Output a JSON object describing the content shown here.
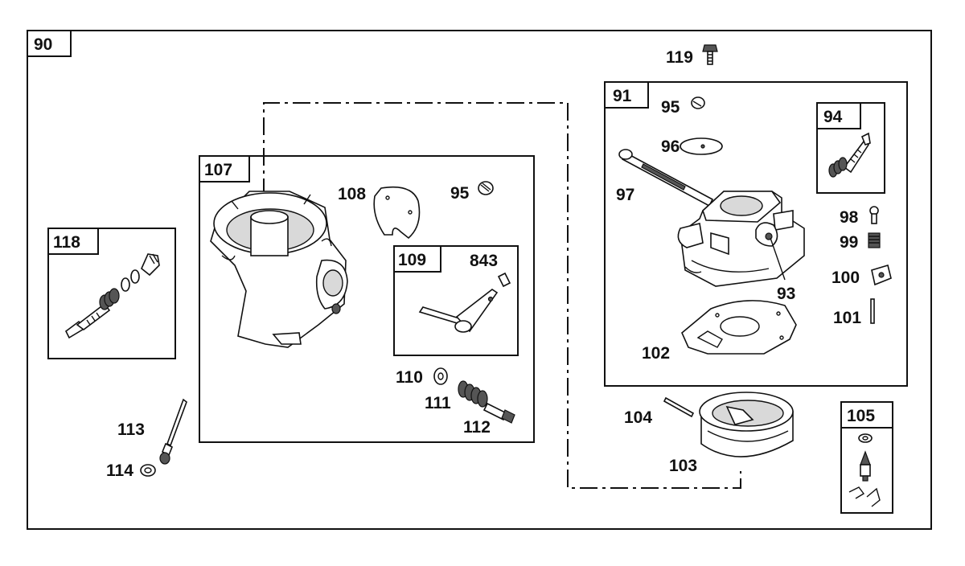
{
  "diagram": {
    "frames": {
      "f90": "90",
      "f91": "91",
      "f94": "94",
      "f105": "105",
      "f107": "107",
      "f109": "109",
      "f118": "118"
    },
    "callouts": {
      "c93": "93",
      "c95a": "95",
      "c95b": "95",
      "c96": "96",
      "c97": "97",
      "c98": "98",
      "c99": "99",
      "c100": "100",
      "c101": "101",
      "c102": "102",
      "c103": "103",
      "c104": "104",
      "c108": "108",
      "c110": "110",
      "c111": "111",
      "c112": "112",
      "c113": "113",
      "c114": "114",
      "c119": "119",
      "c843": "843"
    }
  }
}
